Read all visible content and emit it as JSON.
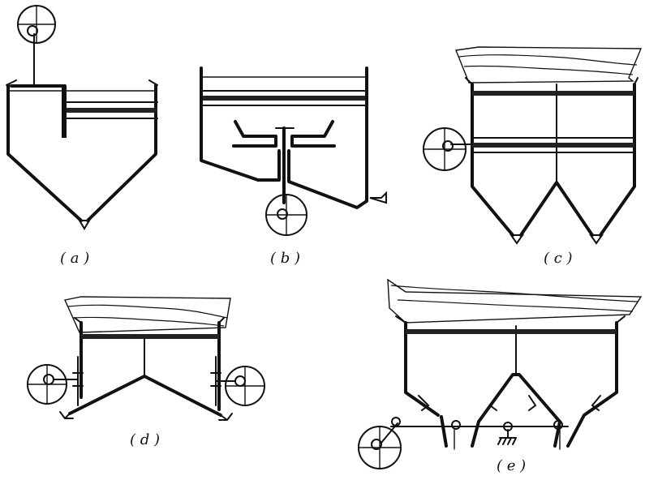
{
  "panels": [
    {
      "id": "a",
      "caption": "( a )"
    },
    {
      "id": "b",
      "caption": "( b )"
    },
    {
      "id": "c",
      "caption": "( c )"
    },
    {
      "id": "d",
      "caption": "( d )"
    },
    {
      "id": "e",
      "caption": "( e )"
    }
  ]
}
